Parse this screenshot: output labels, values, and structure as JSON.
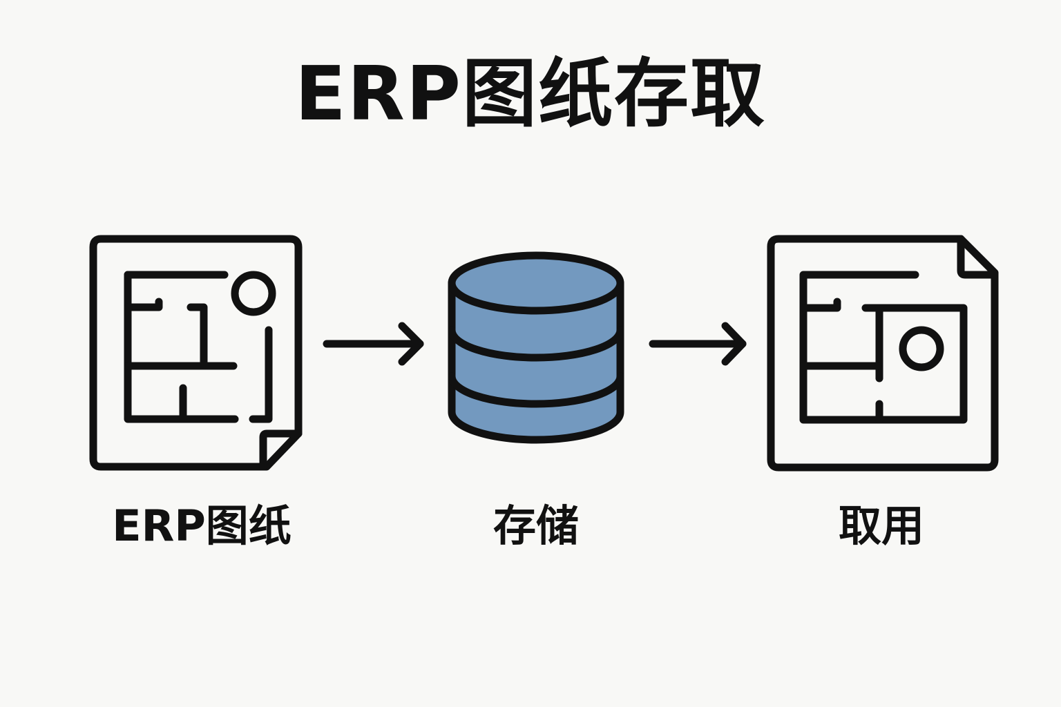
{
  "title": "ERP图纸存取",
  "colors": {
    "background": "#f8f8f6",
    "stroke": "#111111",
    "database_fill": "#7399bf"
  },
  "steps": [
    {
      "label": "ERP图纸",
      "icon": "blueprint-document-icon"
    },
    {
      "label": "存储",
      "icon": "database-icon"
    },
    {
      "label": "取用",
      "icon": "blueprint-document-icon"
    }
  ],
  "arrows": [
    {
      "from": "ERP图纸",
      "to": "存储"
    },
    {
      "from": "存储",
      "to": "取用"
    }
  ]
}
